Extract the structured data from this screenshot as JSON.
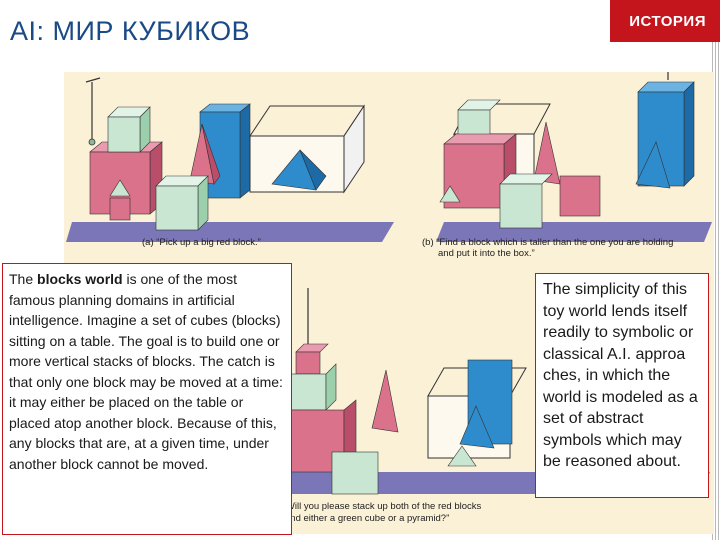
{
  "header": {
    "title": "AI: МИР КУБИКОВ",
    "tag": "ИСТОРИЯ"
  },
  "figure": {
    "caption_a": "(a)  “Pick up a big red block.”",
    "caption_b_line1": "(b)  “Find a block which is taller than the one you are holding",
    "caption_b_line2": "and put it into the box.”",
    "caption_c_line1": "(c)  “Will you please stack up both of the red blocks",
    "caption_c_line2": "and either a green cube or a pyramid?”"
  },
  "left_text": {
    "pre": "The ",
    "bold": "blocks world",
    "post": " is one of the most famous planning domains in artificial intelligence. Imagine a set of cubes (blocks) sitting on a table. The goal is to build one or more vertical stacks of blocks. The catch is that only one block may be moved at a time: it may either be placed on the table or placed atop another block. Because of this, any blocks that are, at a given time, under another block cannot be moved."
  },
  "right_text": "The simplicity of this toy world lends itself readily to symbolic or classical A.I. approa ches, in which the world is modeled as a set of abstract symbols which may be reasoned about.",
  "colors": {
    "title": "#1a4a86",
    "accent": "#c4151c",
    "figure_bg": "#fbf1d6",
    "table": "#7b76b8",
    "red_block": "#d9728a",
    "green_block": "#c9e6d2",
    "blue_block": "#2e8ccc"
  }
}
